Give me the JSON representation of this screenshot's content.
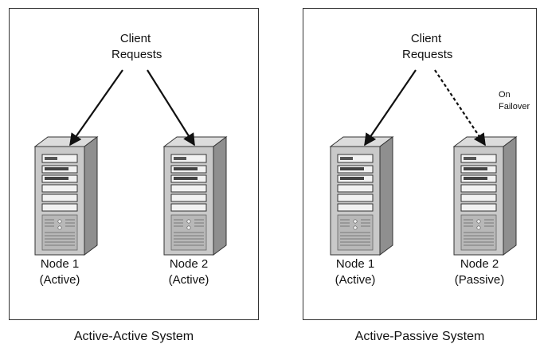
{
  "left": {
    "caption": "Active-Active System",
    "client_line1": "Client",
    "client_line2": "Requests",
    "node1": {
      "name": "Node 1",
      "state": "(Active)"
    },
    "node2": {
      "name": "Node 2",
      "state": "(Active)"
    }
  },
  "right": {
    "caption": "Active-Passive System",
    "client_line1": "Client",
    "client_line2": "Requests",
    "failover_line1": "On",
    "failover_line2": "Failover",
    "node1": {
      "name": "Node 1",
      "state": "(Active)"
    },
    "node2": {
      "name": "Node 2",
      "state": "(Passive)"
    }
  },
  "colors": {
    "server_front": "#c9c9c9",
    "server_side": "#8f8f8f",
    "server_top": "#dcdcdc",
    "outline": "#333333",
    "arrow": "#111111"
  }
}
